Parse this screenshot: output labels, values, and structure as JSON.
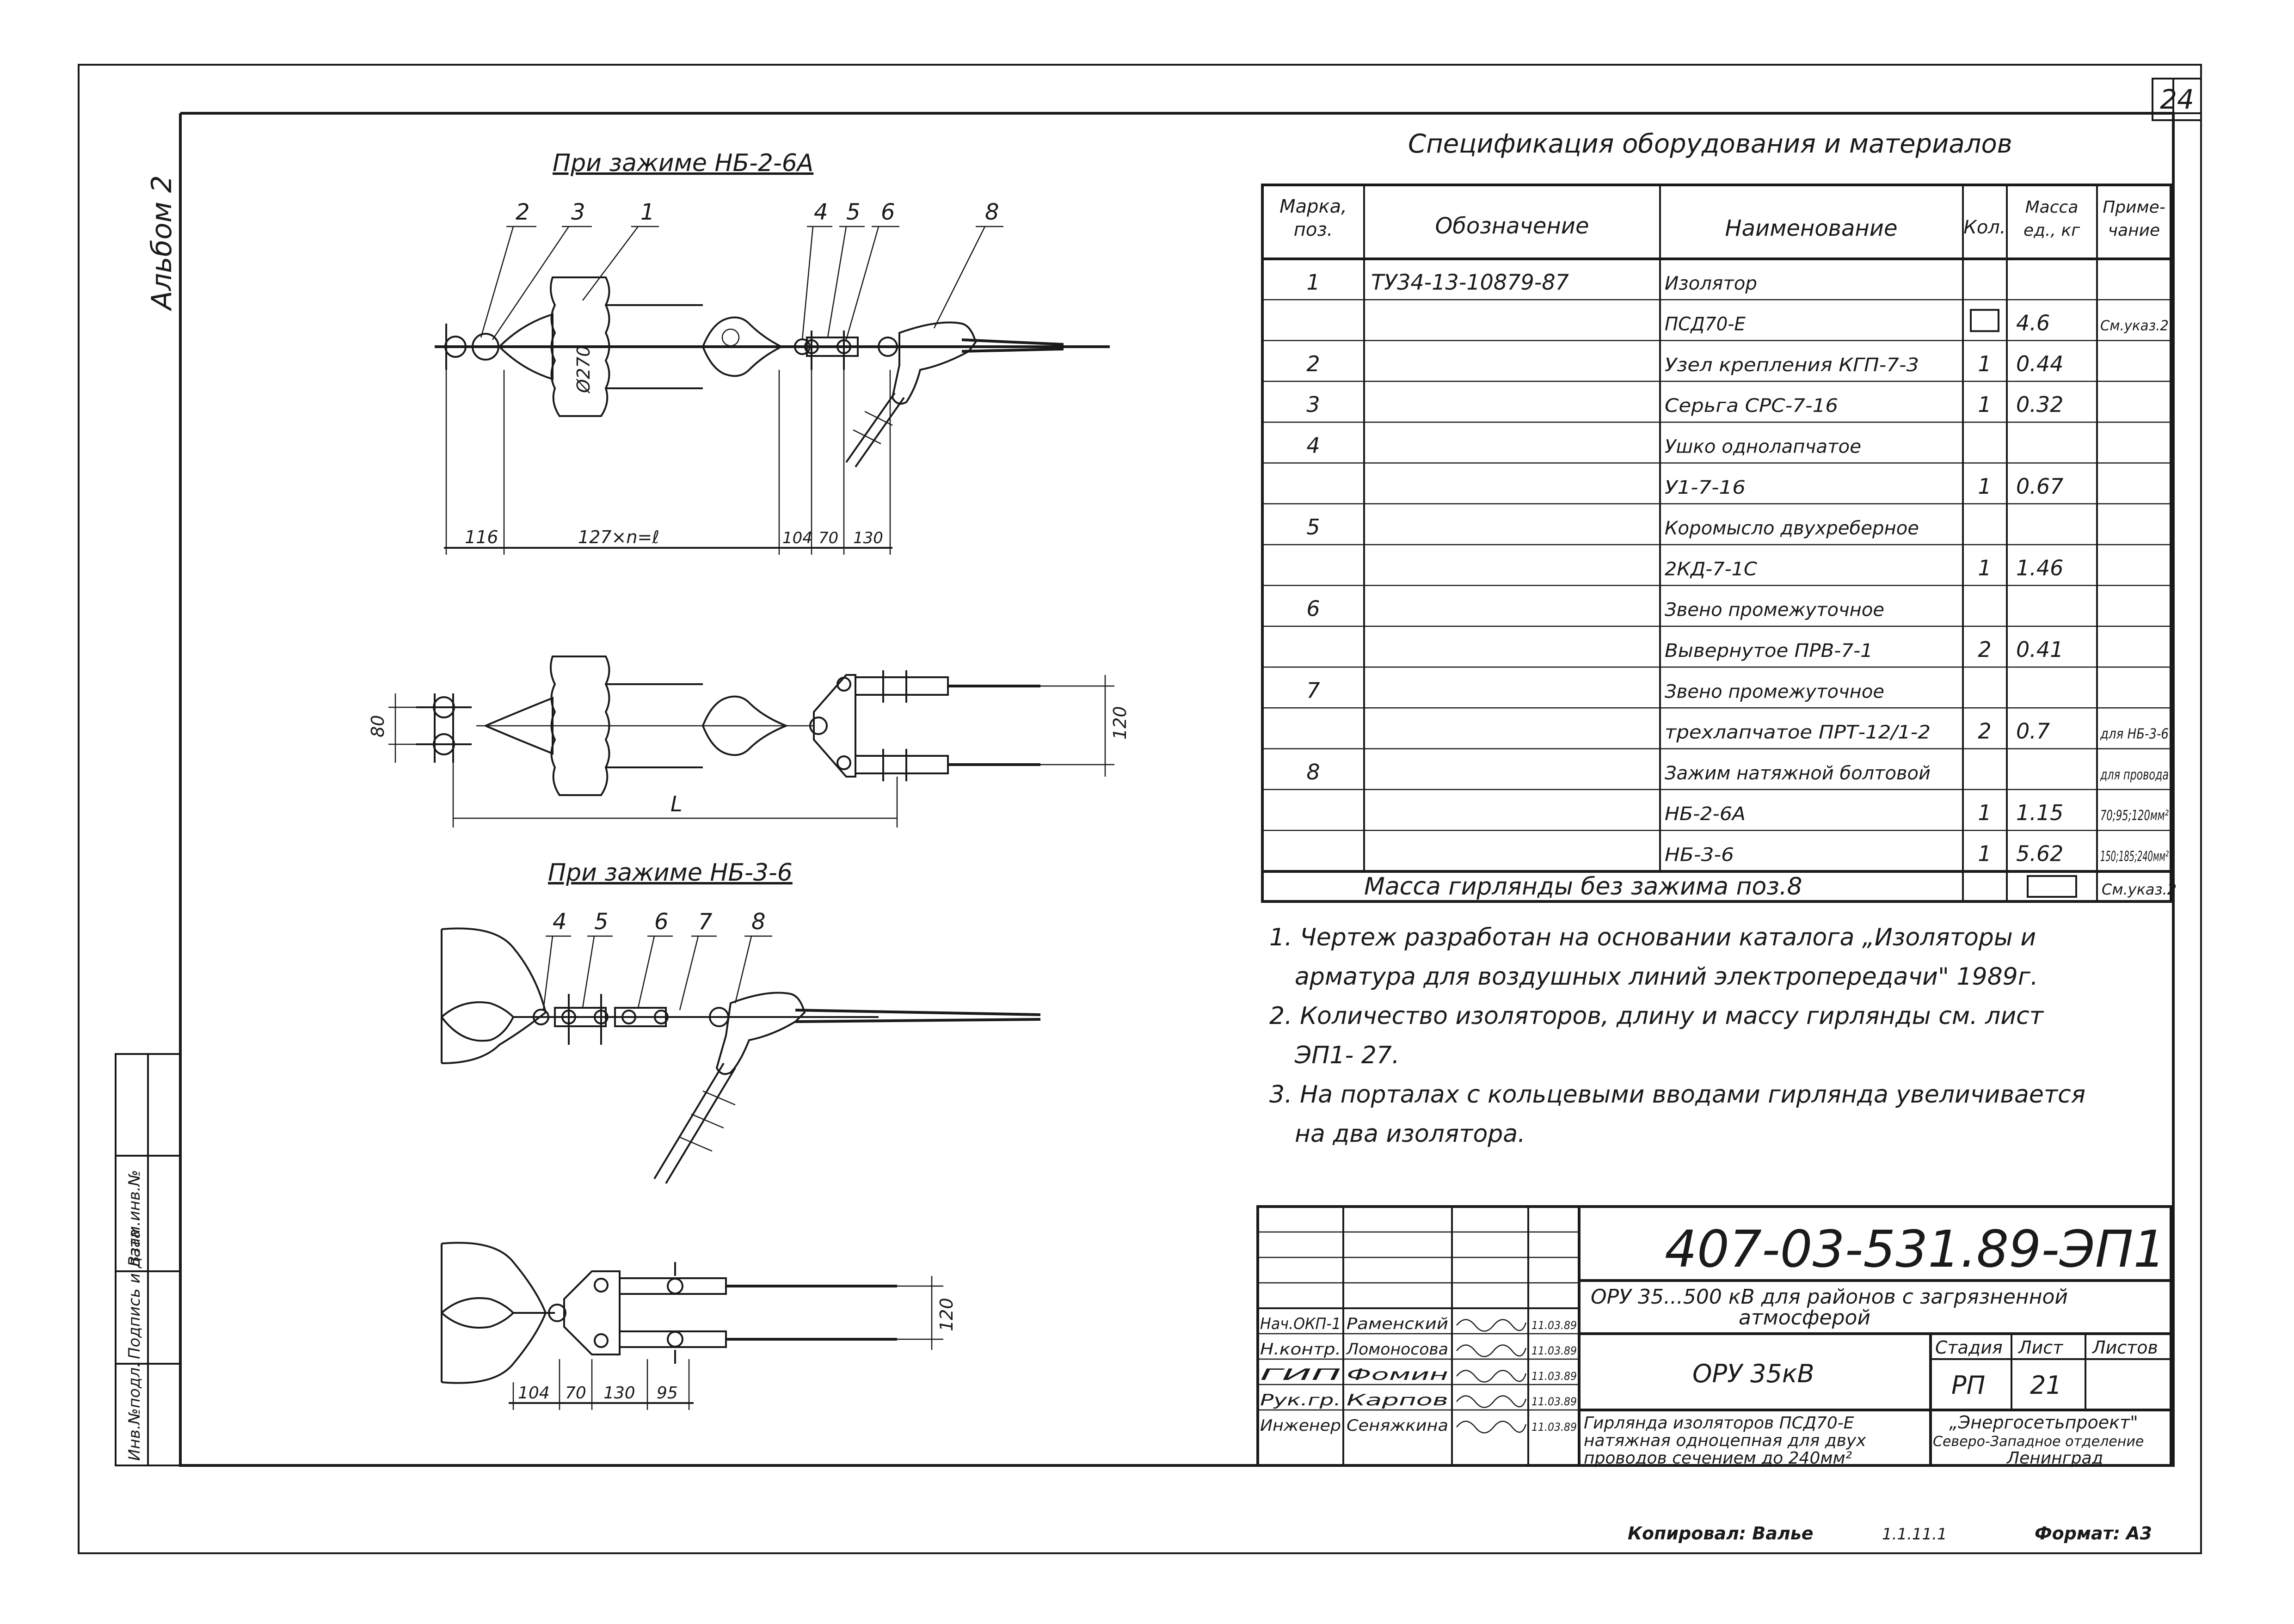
{
  "sheet": {
    "number": "24",
    "album_label": "Альбом 2",
    "margin_labels": [
      "Инв.№подл.",
      "Подпись и дата",
      "Взам.инв.№"
    ],
    "copied_by": "Копировал: Валье",
    "date_note": "1.1.11.1",
    "format": "Формат: А3"
  },
  "drawings": {
    "top_title": "При зажиме НБ-2-6А",
    "bottom_title": "При зажиме НБ-3-6",
    "top_positions": [
      "2",
      "3",
      "1",
      "4",
      "5",
      "6",
      "8"
    ],
    "bottom_positions": [
      "4",
      "5",
      "6",
      "7",
      "8"
    ],
    "diameter_label": "Ø270",
    "top_dims": [
      "116",
      "127×n=ℓ",
      "104",
      "70",
      "130"
    ],
    "side_dims": [
      "80",
      "120",
      "L"
    ],
    "bottom_side_dim": "120",
    "bottom_dims": [
      "104",
      "70",
      "130",
      "95"
    ]
  },
  "spec": {
    "title": "Спецификация оборудования и материалов",
    "headers": [
      "Марка, поз.",
      "Обозначение",
      "Наименование",
      "Кол.",
      "Масса ед., кг",
      "Приме- чание"
    ],
    "rows": [
      {
        "pos": "1",
        "code": "ТУ34-13-10879-87",
        "name": "Изолятор",
        "qty": "",
        "mass": "",
        "note": ""
      },
      {
        "pos": "",
        "code": "",
        "name": "ПСД70-Е",
        "qty": "☐",
        "mass": "4.6",
        "note": "См.указ.2"
      },
      {
        "pos": "2",
        "code": "",
        "name": "Узел крепления КГП-7-3",
        "qty": "1",
        "mass": "0.44",
        "note": ""
      },
      {
        "pos": "3",
        "code": "",
        "name": "Серьга СРС-7-16",
        "qty": "1",
        "mass": "0.32",
        "note": ""
      },
      {
        "pos": "4",
        "code": "",
        "name": "Ушко однолапчатое",
        "qty": "",
        "mass": "",
        "note": ""
      },
      {
        "pos": "",
        "code": "",
        "name": "У1-7-16",
        "qty": "1",
        "mass": "0.67",
        "note": ""
      },
      {
        "pos": "5",
        "code": "",
        "name": "Коромысло двухреберное",
        "qty": "",
        "mass": "",
        "note": ""
      },
      {
        "pos": "",
        "code": "",
        "name": "2КД-7-1С",
        "qty": "1",
        "mass": "1.46",
        "note": ""
      },
      {
        "pos": "6",
        "code": "",
        "name": "Звено промежуточное",
        "qty": "",
        "mass": "",
        "note": ""
      },
      {
        "pos": "",
        "code": "",
        "name": "Вывернутое ПРВ-7-1",
        "qty": "2",
        "mass": "0.41",
        "note": ""
      },
      {
        "pos": "7",
        "code": "",
        "name": "Звено промежуточное",
        "qty": "",
        "mass": "",
        "note": ""
      },
      {
        "pos": "",
        "code": "",
        "name": "трехлапчатое ПРТ-12/1-2",
        "qty": "2",
        "mass": "0.7",
        "note": "для НБ-3-6"
      },
      {
        "pos": "8",
        "code": "",
        "name": "Зажим натяжной болтовой",
        "qty": "",
        "mass": "",
        "note": "для провода"
      },
      {
        "pos": "",
        "code": "",
        "name": "НБ-2-6А",
        "qty": "1",
        "mass": "1.15",
        "note": "70;95;120мм²"
      },
      {
        "pos": "",
        "code": "",
        "name": "НБ-3-6",
        "qty": "1",
        "mass": "5.62",
        "note": "150;185;240мм²"
      }
    ],
    "total_label": "Масса гирлянды без зажима поз.8",
    "total_box": "☐",
    "total_note": "См.указ.2"
  },
  "notes": [
    "1. Чертеж разработан на основании каталога „Изоляторы и арматура для воздушных линий электропередачи\" 1989г.",
    "2. Количество изоляторов, длину и массу гирлянды см. лист ЭП1-27.",
    "3. На порталах с кольцевыми вводами гирлянда увеличивается на два изолятора."
  ],
  "title_block": {
    "doc_number": "407-03-531.89-ЭП1",
    "project": "ОРУ 35...500 кВ для районов с загрязненной атмосферой",
    "section": "ОРУ 35кВ",
    "drawing_name": "Гирлянда изоляторов ПСД70-Е натяжная одноцепная для двух проводов сечением до 240мм²",
    "stage_header": "Стадия",
    "sheet_header": "Лист",
    "sheets_header": "Листов",
    "stage": "РП",
    "sheet": "21",
    "sheets": "",
    "org": "„Энергосетьпроект\" Северо-Западное отделение Ленинград",
    "people": [
      {
        "role": "Нач.ОКП-1",
        "name": "Раменский",
        "date": "11.03.89"
      },
      {
        "role": "Н.контр.",
        "name": "Ломоносова",
        "date": "11.03.89"
      },
      {
        "role": "ГИП",
        "name": "Фомин",
        "date": "11.03.89"
      },
      {
        "role": "Рук.гр.",
        "name": "Карпов",
        "date": "11.03.89"
      },
      {
        "role": "Инженер",
        "name": "Сеняжкина",
        "date": "11.03.89"
      }
    ]
  }
}
